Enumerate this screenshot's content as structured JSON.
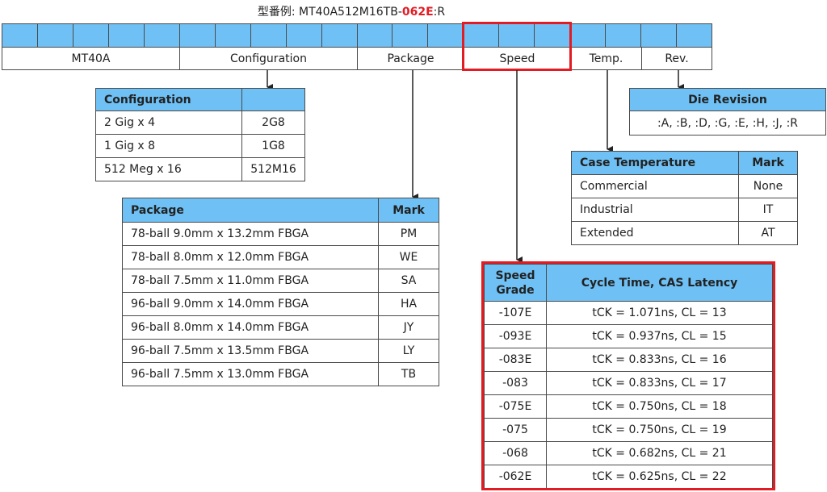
{
  "part_example": {
    "prefix": "型番例: MT40A512M16TB-",
    "highlight": "062E",
    "suffix": ":R"
  },
  "fields": [
    "MT40A",
    "Configuration",
    "Package",
    "Speed",
    "Temp.",
    "Rev."
  ],
  "configuration_table": {
    "headers": [
      "Configuration",
      ""
    ],
    "rows": [
      [
        "2 Gig x 4",
        "2G8"
      ],
      [
        "1 Gig x 8",
        "1G8"
      ],
      [
        "512 Meg x 16",
        "512M16"
      ]
    ]
  },
  "package_table": {
    "headers": [
      "Package",
      "Mark"
    ],
    "rows": [
      [
        "78-ball 9.0mm x 13.2mm FBGA",
        "PM"
      ],
      [
        "78-ball 8.0mm x 12.0mm FBGA",
        "WE"
      ],
      [
        "78-ball 7.5mm x 11.0mm FBGA",
        "SA"
      ],
      [
        "96-ball 9.0mm x 14.0mm FBGA",
        "HA"
      ],
      [
        "96-ball 8.0mm x 14.0mm FBGA",
        "JY"
      ],
      [
        "96-ball 7.5mm x 13.5mm FBGA",
        "LY"
      ],
      [
        "96-ball 7.5mm x 13.0mm FBGA",
        "TB"
      ]
    ]
  },
  "die_revision_table": {
    "header": "Die Revision",
    "value": ":A, :B, :D, :G, :E, :H, :J, :R"
  },
  "temperature_table": {
    "headers": [
      "Case Temperature",
      "Mark"
    ],
    "rows": [
      [
        "Commercial",
        "None"
      ],
      [
        "Industrial",
        "IT"
      ],
      [
        "Extended",
        "AT"
      ]
    ]
  },
  "speed_table": {
    "header_line1": "Speed",
    "header_line2": "Grade",
    "header_col2": "Cycle Time, CAS Latency",
    "rows": [
      [
        "-107E",
        "tCK = 1.071ns, CL = 13"
      ],
      [
        "-093E",
        "tCK = 0.937ns, CL = 15"
      ],
      [
        "-083E",
        "tCK = 0.833ns, CL = 16"
      ],
      [
        "-083",
        "tCK = 0.833ns, CL = 17"
      ],
      [
        "-075E",
        "tCK = 0.750ns, CL = 18"
      ],
      [
        "-075",
        "tCK = 0.750ns, CL = 19"
      ],
      [
        "-068",
        "tCK = 0.682ns, CL = 21"
      ],
      [
        "-062E",
        "tCK = 0.625ns, CL = 22"
      ]
    ]
  },
  "colors": {
    "header_fill": "#6fc1f5",
    "highlight_red": "#e31b23",
    "border": "#4a4a4a"
  }
}
